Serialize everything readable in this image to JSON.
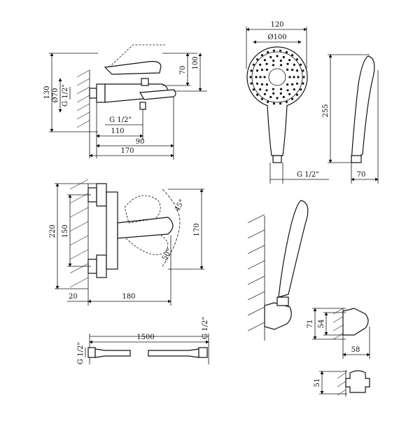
{
  "dims": {
    "top_left": {
      "h130": "130",
      "d70": "Ø70",
      "g_left": "G 1/2\"",
      "h70": "70",
      "h100": "100",
      "g_bottom": "G 1/2\"",
      "w110": "110",
      "w90": "90",
      "w170": "170"
    },
    "shower_front": {
      "w120": "120",
      "d100": "Ø100",
      "g": "G 1/2\""
    },
    "shower_side": {
      "h255": "255",
      "w70": "70"
    },
    "mid_left": {
      "h220": "220",
      "h150": "150",
      "h170": "170",
      "a45": "45°",
      "a50": "50°",
      "w20": "20",
      "w180": "180"
    },
    "hose": {
      "len": "1500",
      "g_left": "G 1/2\"",
      "g_right": "G 1/2\""
    },
    "holder": {
      "h71": "71",
      "h54": "54",
      "w58": "58",
      "h51": "51"
    }
  }
}
